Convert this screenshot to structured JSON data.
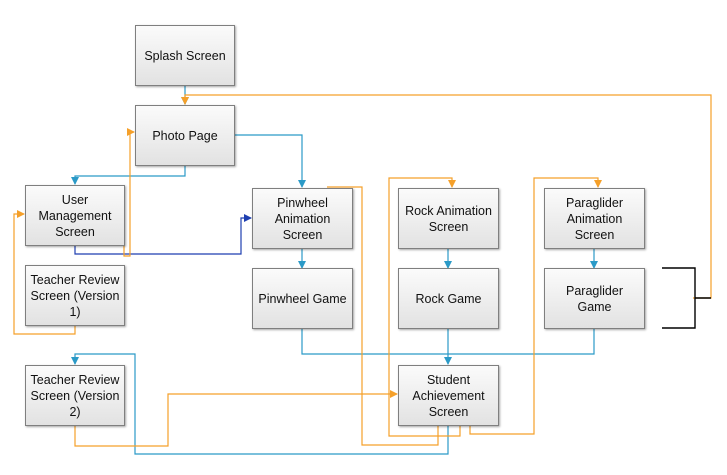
{
  "nodes": {
    "splash": "Splash Screen",
    "photo": "Photo Page",
    "user_mgmt": "User Management Screen",
    "teacher_v1": "Teacher Review Screen (Version 1)",
    "teacher_v2": "Teacher Review Screen (Version 2)",
    "pinwheel_anim": "Pinwheel Animation Screen",
    "pinwheel_game": "Pinwheel Game",
    "rock_anim": "Rock Animation Screen",
    "rock_game": "Rock Game",
    "para_anim": "Paraglider Animation Screen",
    "para_game": "Paraglider Game",
    "student": "Student Achievement Screen"
  },
  "colors": {
    "blue": "#2b9ac7",
    "dark_blue": "#1f3fb0",
    "orange": "#f5a02a",
    "black": "#000000",
    "node_border": "#7f7f7f"
  }
}
